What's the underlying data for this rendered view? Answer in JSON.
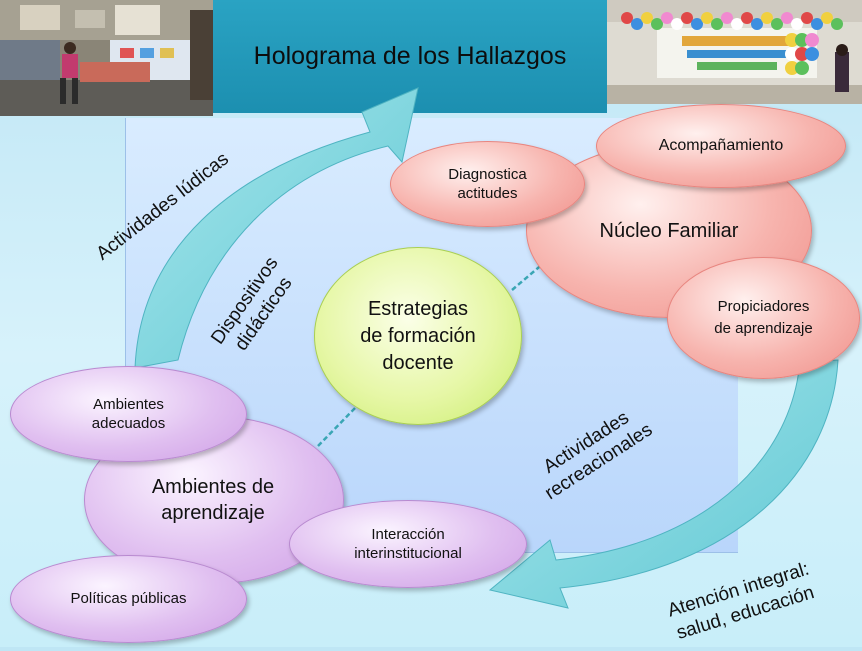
{
  "title": "Holograma de los Hallazgos",
  "nodes": {
    "center": "Estrategias de formación docente",
    "nucleo_familiar": "Núcleo Familiar",
    "acompanamiento": "Acompañamiento",
    "diagnostica": "Diagnostica actitudes",
    "propiciadores": "Propiciadores de aprendizaje",
    "ambientes_aprendizaje": "Ambientes de aprendizaje",
    "ambientes_adecuados": "Ambientes adecuados",
    "interaccion": "Interacción interinstitucional",
    "politicas": "Políticas públicas"
  },
  "labels": {
    "actividades_ludicas": "Actividades lúdicas",
    "dispositivos": "Dispositivos didácticos",
    "actividades_recreacionales": "Actividades recreacionales",
    "atencion_integral": "Atención integral: salud, educación"
  },
  "photos": {
    "left": "photo of a classroom with a child",
    "right": "photo of a decorated event with balloons"
  },
  "colors": {
    "title_band": "#1c8fb0",
    "arrow": "#7fd6df",
    "nucleo": "#f7b4ae",
    "ambientes": "#e0bff0",
    "center": "#e6f7a6"
  }
}
